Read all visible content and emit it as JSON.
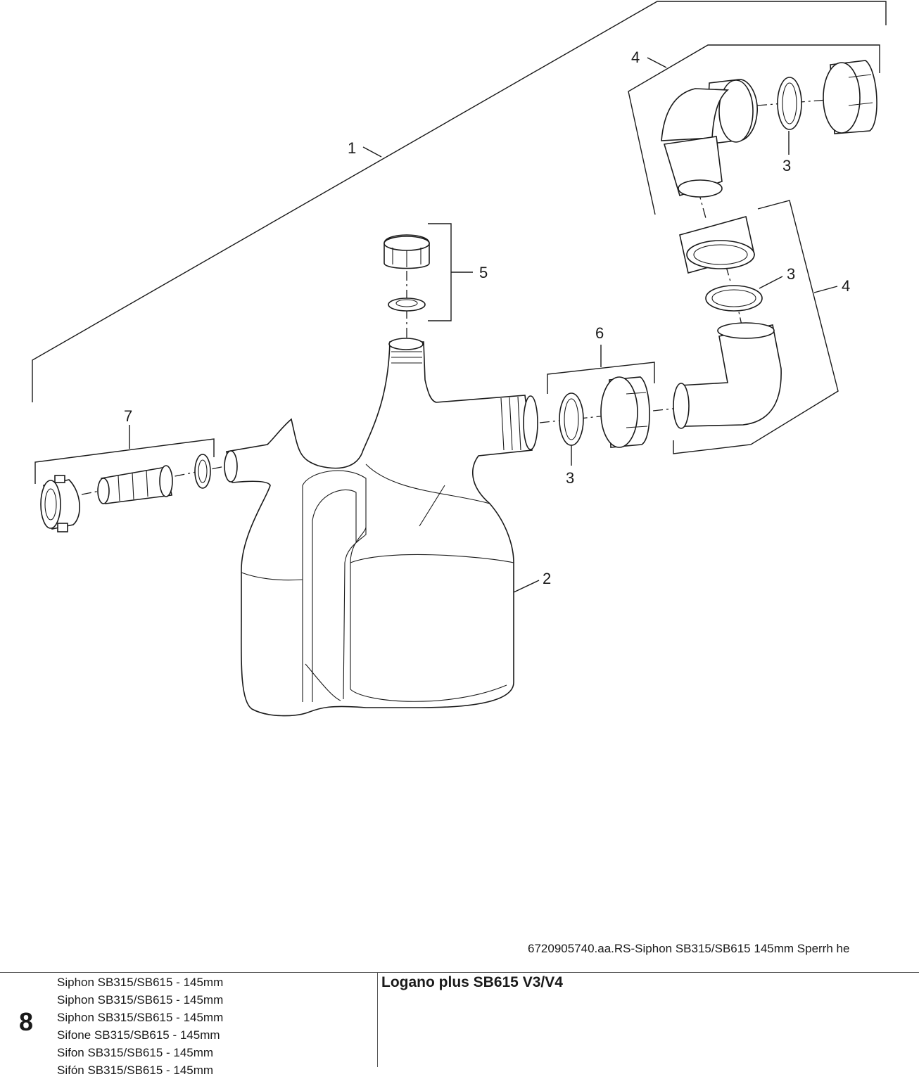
{
  "diagram": {
    "callouts": [
      "1",
      "2",
      "3",
      "3",
      "3",
      "4",
      "4",
      "5",
      "6",
      "7"
    ]
  },
  "caption": "6720905740.aa.RS-Siphon SB315/SB615 145mm Sperrh he",
  "footer": {
    "page_number": "8",
    "descriptions": [
      "Siphon SB315/SB615 - 145mm",
      "Siphon SB315/SB615 - 145mm",
      "Siphon SB315/SB615 - 145mm",
      "Sifone SB315/SB615 - 145mm",
      "Sifon SB315/SB615 - 145mm",
      "Sifón SB315/SB615 - 145mm"
    ],
    "product_title": "Logano plus SB615 V3/V4"
  }
}
